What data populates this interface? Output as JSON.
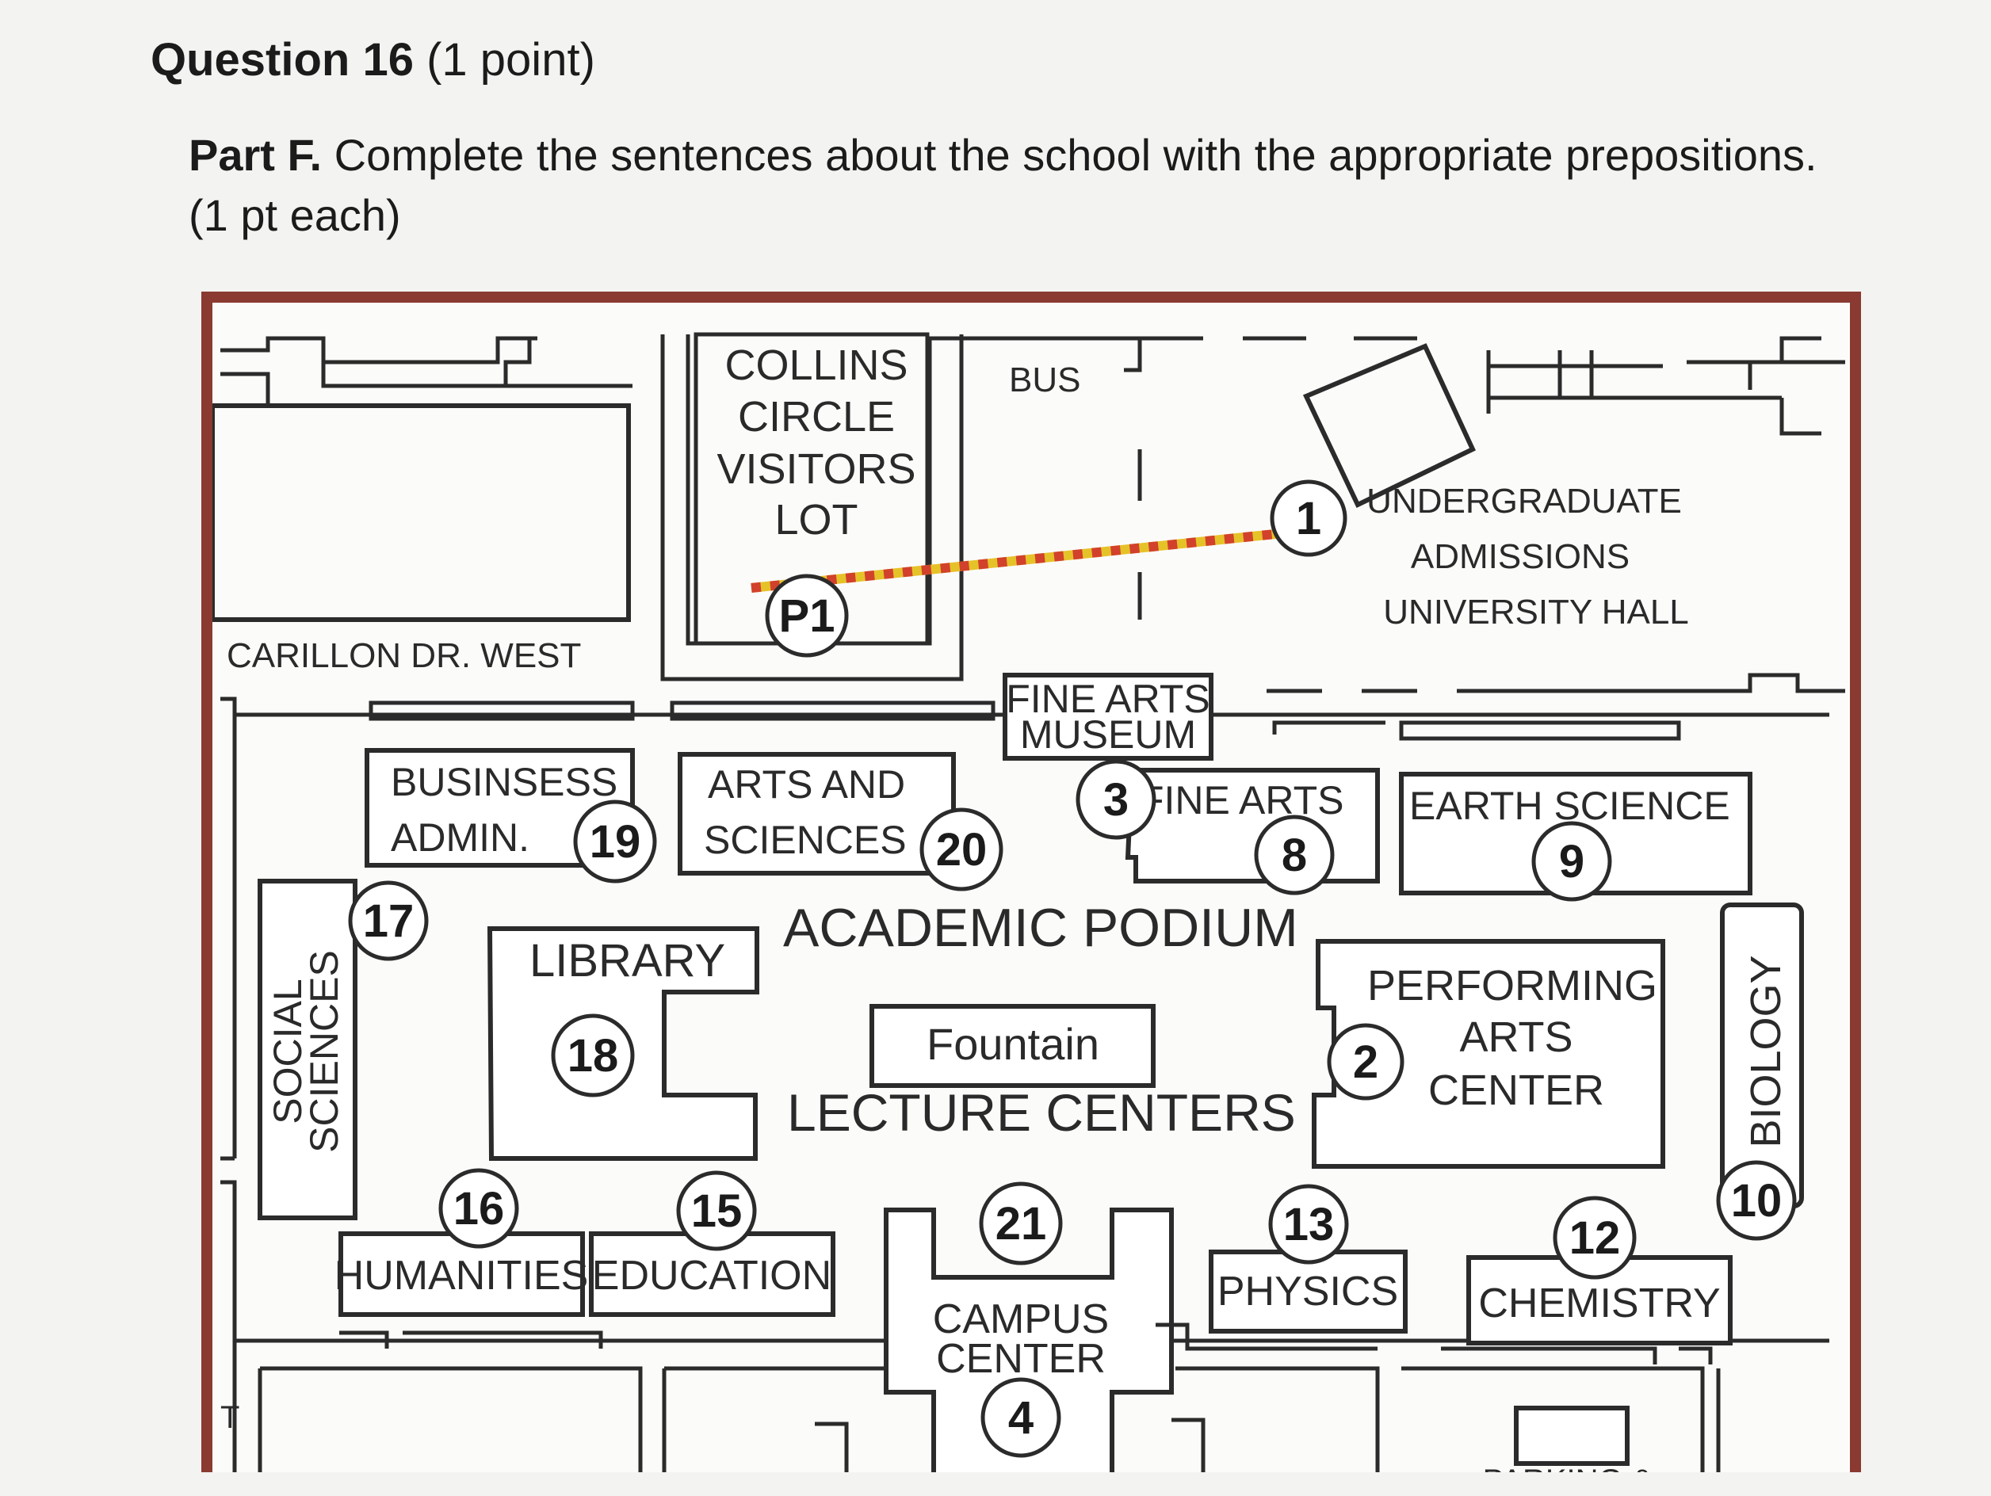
{
  "question": {
    "title": "Question 16",
    "points": "(1 point)"
  },
  "instruction": {
    "part": "Part F.",
    "text": "Complete the sentences about the school with the appropriate prepositions.",
    "each": "(1 pt each)"
  },
  "map": {
    "labels": {
      "collins1": "COLLINS",
      "collins2": "CIRCLE",
      "collins3": "VISITORS",
      "collins4": "LOT",
      "bus": "BUS",
      "undergrad1": "UNDERGRADUATE",
      "undergrad2": "ADMISSIONS",
      "undergrad3": "UNIVERSITY HALL",
      "carillon": "CARILLON DR. WEST",
      "museum1": "FINE ARTS",
      "museum2": "MUSEUM",
      "business1": "BUSINSESS",
      "business2": "ADMIN.",
      "arts1": "ARTS AND",
      "arts2": "SCIENCES",
      "finearts": "FINE ARTS",
      "earth": "EARTH SCIENCE",
      "podium": "ACADEMIC PODIUM",
      "library": "LIBRARY",
      "fountain": "Fountain",
      "lecture": "LECTURE CENTERS",
      "performing1": "PERFORMING",
      "performing2": "ARTS",
      "performing3": "CENTER",
      "social1": "SOCIAL",
      "social2": "SCIENCES",
      "biology": "BIOLOGY",
      "humanities": "HUMANITIES",
      "education": "EDUCATION",
      "campus1": "CAMPUS",
      "campus2": "CENTER",
      "physics": "PHYSICS",
      "chemistry": "CHEMISTRY",
      "parking": "PARKING &",
      "edge_t": "T"
    },
    "markers": {
      "p1": "P1",
      "m1": "1",
      "m2": "2",
      "m3": "3",
      "m4": "4",
      "m8": "8",
      "m9": "9",
      "m10": "10",
      "m12": "12",
      "m13": "13",
      "m15": "15",
      "m16": "16",
      "m17": "17",
      "m18": "18",
      "m19": "19",
      "m20": "20",
      "m21": "21"
    },
    "colors": {
      "border": "#8a3a30",
      "path_red": "#d2412b",
      "path_yellow": "#e6c229"
    }
  }
}
